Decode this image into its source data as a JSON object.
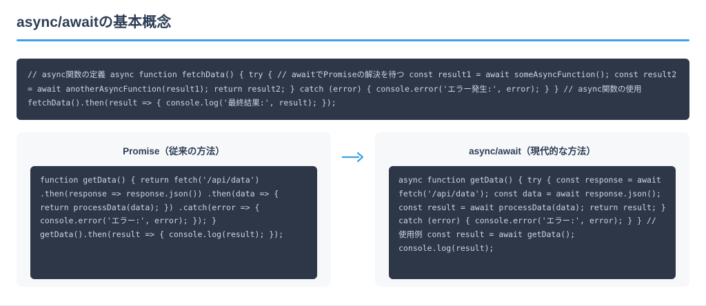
{
  "header": {
    "title": "async/awaitの基本概念",
    "rule_color": "#3ba0e8"
  },
  "main_code": {
    "text": "// async関数の定義 async function fetchData() { try { // awaitでPromiseの解決を待つ const result1 = await someAsyncFunction(); const result2 = await anotherAsyncFunction(result1); return result2; } catch (error) { console.error('エラー発生:', error); } } // async関数の使用 fetchData().then(result => { console.log('最終結果:', result); });",
    "background": "#2d3748",
    "foreground": "#cbd5e0"
  },
  "comparison": {
    "left_card": {
      "title": "Promise（従来の方法）",
      "code": "function getData() { return fetch('/api/data') .then(response => response.json()) .then(data => { return processData(data); }) .catch(error => { console.error('エラー:', error); }); } getData().then(result => { console.log(result); });"
    },
    "arrow": {
      "icon": "arrow-right-icon",
      "glyph": "→",
      "color": "#3ba0e8"
    },
    "right_card": {
      "title": "async/await（現代的な方法）",
      "code": "async function getData() { try { const response = await fetch('/api/data'); const data = await response.json(); const result = await processData(data); return result; } catch (error) { console.error('エラー:', error); } } // 使用例 const result = await getData(); console.log(result);"
    }
  }
}
